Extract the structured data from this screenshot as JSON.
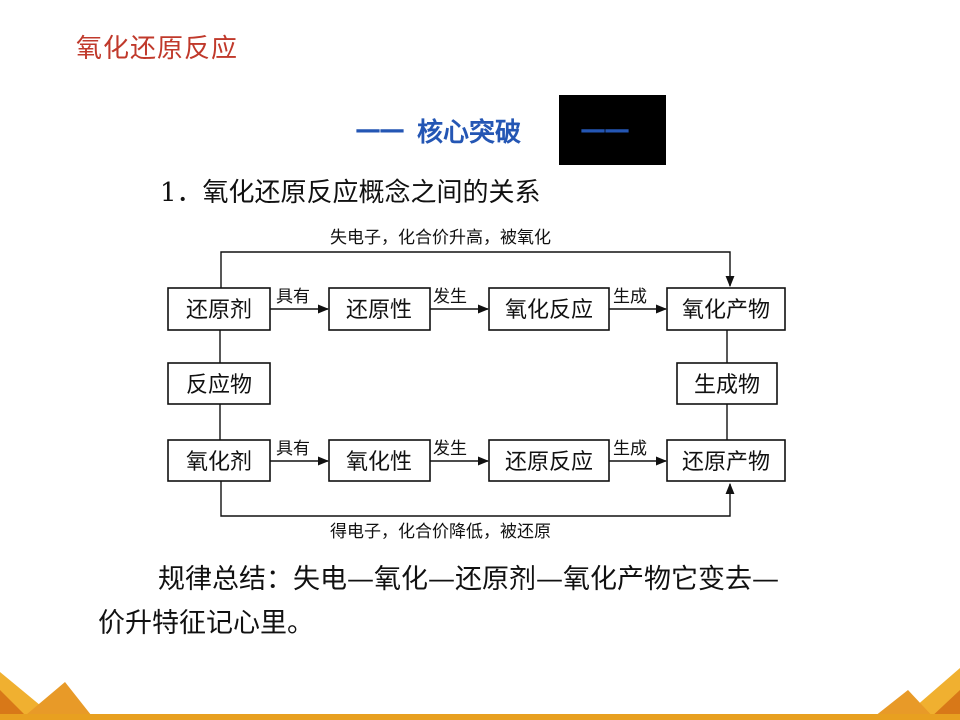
{
  "page_title": "氧化还原反应",
  "section_banner": {
    "dash_left": "——",
    "text": "核心突破",
    "dash_right": "——"
  },
  "heading": "1．氧化还原反应概念之间的关系",
  "diagram": {
    "top_arc_label": "失电子，化合价升高，被氧化",
    "bottom_arc_label": "得电子，化合价降低，被还原",
    "top_row": [
      "还原剂",
      "还原性",
      "氧化反应",
      "氧化产物"
    ],
    "middle_row": [
      "反应物",
      "生成物"
    ],
    "bottom_row": [
      "氧化剂",
      "氧化性",
      "还原反应",
      "还原产物"
    ],
    "edge_labels": [
      "具有",
      "发生",
      "生成"
    ]
  },
  "summary": {
    "line1": "规律总结：失电—氧化—还原剂—氧化产物它变去—",
    "line2": "价升特征记心里。"
  },
  "colors": {
    "title": "#c0392b",
    "banner": "#2456b4",
    "accent": "#e8a020"
  }
}
